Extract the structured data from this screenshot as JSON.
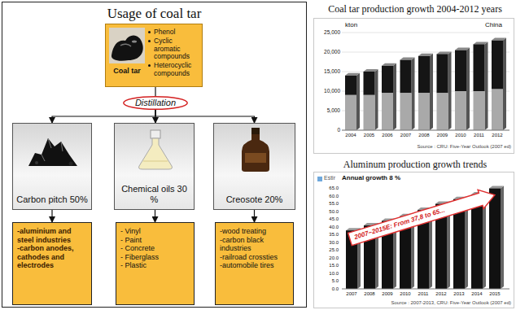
{
  "diagram": {
    "nodes": [
      {
        "text": [
          "Usage of coal tar"
        ]
      },
      {
        "text": [
          "Coal tar",
          "Phenol",
          "Cyclic aromatic compounds",
          "Heterocyclic compounds"
        ],
        "in": 0
      },
      {
        "text": [
          "Distillation"
        ],
        "in": 0
      },
      {
        "text": [
          "Carbon pitch 50%"
        ],
        "in": 0
      },
      {
        "text": [
          "Chemical oils 30 %"
        ],
        "in": 0
      },
      {
        "text": [
          "Creosote 20%"
        ],
        "in": 0
      },
      {
        "text": [
          "-aluminium and steel industries",
          "-carbon anodes, cathodes and electrodes"
        ],
        "in": 0
      },
      {
        "text": [
          "- Vinyl",
          "- Paint",
          "- Concrete",
          "- Fiberglass",
          "- Plastic"
        ],
        "in": 0
      },
      {
        "text": [
          "-wood treating",
          "-carbon black industries",
          "-railroad crossties",
          "-automobile tires"
        ],
        "in": 0
      }
    ],
    "edges": [
      {
        "from": 1,
        "to": 2,
        "arrow": "none"
      },
      {
        "from": 2,
        "to": 3,
        "arrow": "to"
      },
      {
        "from": 2,
        "to": 4,
        "arrow": "to"
      },
      {
        "from": 2,
        "to": 5,
        "arrow": "to"
      },
      {
        "from": 3,
        "to": 6,
        "arrow": "to"
      },
      {
        "from": 4,
        "to": 7,
        "arrow": "to"
      },
      {
        "from": 5,
        "to": 8,
        "arrow": "to"
      }
    ],
    "labels": [
      "Coal tar production growth 2004-2012 years",
      "kton",
      "China",
      "25,000",
      "20,000",
      "15,000",
      "10,000",
      "5,000",
      "0",
      "2004",
      "2005",
      "2006",
      "2007",
      "2008",
      "2009",
      "2010",
      "2011",
      "2012",
      "Source : CRU: Five-Year Outlook (2007 ed)",
      "Aluminum production growth trends",
      "Annual growth 8 %",
      "2007~2015E: From 37,8 to 65...",
      "65.0",
      "60.0",
      "55.0",
      "50.0",
      "45.0",
      "40.0",
      "35.0",
      "30.0",
      "25.0",
      "20.0",
      "15.0",
      "10.0",
      "5.0",
      "0.0",
      "2007",
      "2008",
      "2009",
      "2010",
      "2011",
      "2012",
      "2013",
      "2014",
      "2015",
      "Source : 2007-2013, CRU: Five-Year Outlook (2007 ed)"
    ],
    "legend": [
      {
        "text": "Estir",
        "color": "#6fa8dc"
      }
    ]
  }
}
